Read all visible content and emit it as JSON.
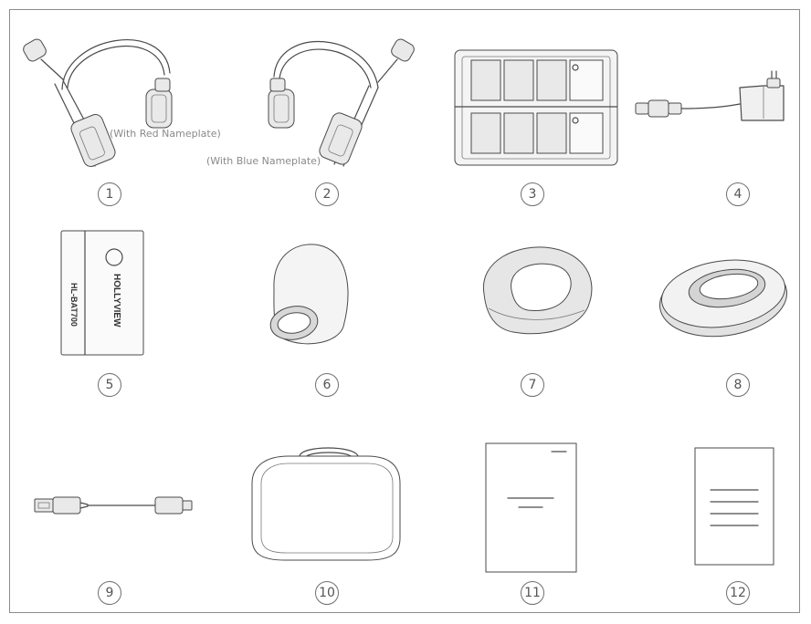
{
  "items": [
    {
      "number": "1",
      "name": "headset-red-nameplate",
      "note": "(With Red Nameplate)"
    },
    {
      "number": "2",
      "name": "headset-blue-nameplate",
      "note": "(With Blue Nameplate)"
    },
    {
      "number": "3",
      "name": "charging-case"
    },
    {
      "number": "4",
      "name": "power-adapter"
    },
    {
      "number": "5",
      "name": "battery",
      "brand": "HOLLYVIEW",
      "model": "HL-BAT700"
    },
    {
      "number": "6",
      "name": "mic-windscreen"
    },
    {
      "number": "7",
      "name": "ear-cushion"
    },
    {
      "number": "8",
      "name": "ear-pad"
    },
    {
      "number": "9",
      "name": "usb-cable"
    },
    {
      "number": "10",
      "name": "carrying-case"
    },
    {
      "number": "11",
      "name": "user-manual"
    },
    {
      "number": "12",
      "name": "warranty-card"
    }
  ],
  "icon_names": [
    "headset-icon",
    "headset-icon",
    "charging-case-icon",
    "power-adapter-icon",
    "battery-icon",
    "windscreen-icon",
    "ear-cushion-icon",
    "ear-pad-icon",
    "usb-cable-icon",
    "carrying-case-icon",
    "manual-icon",
    "card-icon"
  ],
  "colors": {
    "line": "#4a4a4a",
    "frame": "#8c8c8c",
    "label": "#555555"
  }
}
